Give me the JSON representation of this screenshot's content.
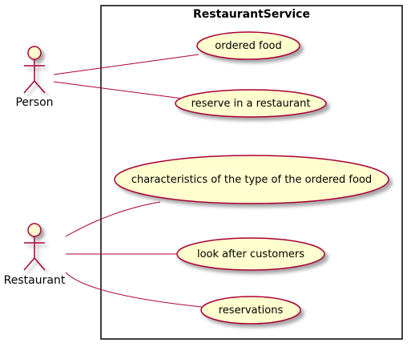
{
  "system": {
    "title": "RestaurantService"
  },
  "actors": {
    "person": {
      "label": "Person"
    },
    "restaurant": {
      "label": "Restaurant"
    }
  },
  "use_cases": {
    "ordered_food": {
      "label": "ordered food"
    },
    "reserve": {
      "label": "reserve in a restaurant"
    },
    "characteristics": {
      "label": "characteristics of the type of the ordered food"
    },
    "look_after": {
      "label": "look after customers"
    },
    "reservations": {
      "label": "reservations"
    }
  },
  "colors": {
    "actor_fill": "#FEFECE",
    "actor_stroke": "#A80036",
    "usecase_fill": "#FEFECE",
    "usecase_stroke": "#A80036",
    "edge": "#A80036",
    "boundary": "#000000",
    "shadow": "#CCCCCC"
  }
}
